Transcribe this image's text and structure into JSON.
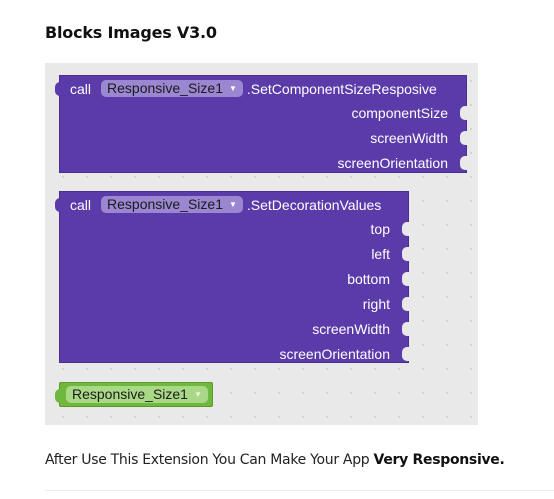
{
  "heading": "Blocks Images V3.0",
  "blocks": {
    "size_block": {
      "call": "call",
      "component": "Responsive_Size1",
      "method": ".SetComponentSizeResposive",
      "params": [
        "componentSize",
        "screenWidth",
        "screenOrientation"
      ]
    },
    "decoration_block": {
      "call": "call",
      "component": "Responsive_Size1",
      "method": ".SetDecorationValues",
      "params": [
        "top",
        "left",
        "bottom",
        "right",
        "screenWidth",
        "screenOrientation"
      ]
    },
    "component_block": {
      "component": "Responsive_Size1"
    }
  },
  "footer": {
    "text": "After Use This Extension You Can Make Your App ",
    "bold": "Very Responsive."
  },
  "colors": {
    "block_purple": "#5b3aa9",
    "block_green": "#6fb83d",
    "workspace": "#e9e9e9"
  }
}
